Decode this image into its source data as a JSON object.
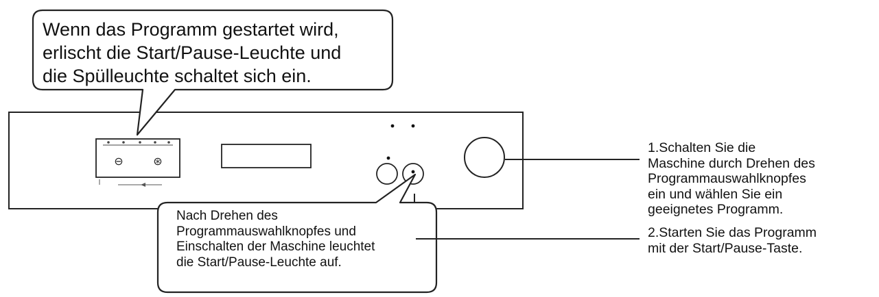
{
  "callouts": {
    "top": [
      "Wenn das Programm gestartet wird,",
      "erlischt die Start/Pause-Leuchte und",
      "die Spülleuchte schaltet sich ein."
    ],
    "bottom": [
      "Nach Drehen des",
      "Programmauswahlknopfes und",
      "Einschalten der Maschine leuchtet",
      "die Start/Pause-Leuchte auf."
    ]
  },
  "steps": {
    "step1": [
      "1.Schalten Sie die",
      "Maschine durch Drehen des",
      "Programmauswahlknopfes",
      "ein und wählen Sie ein",
      "geeignetes Programm."
    ],
    "step2": [
      "2.Starten Sie das Programm",
      "mit der Start/Pause-Taste."
    ]
  },
  "panel": {
    "left_button_symbol": "⊖",
    "right_button_symbol": "⊛"
  }
}
